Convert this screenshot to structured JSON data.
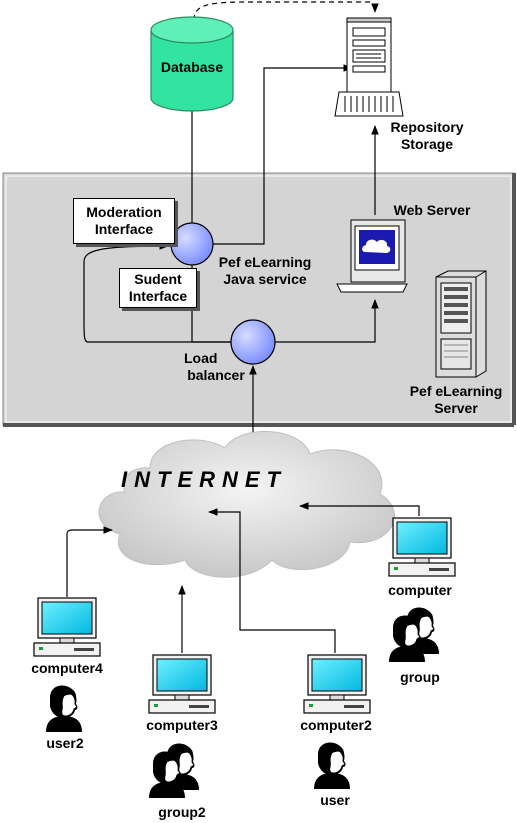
{
  "datacenter": {
    "database": "Database",
    "repository": [
      "Repository",
      "Storage"
    ],
    "web_server": "Web Server",
    "moderation_interface": [
      "Moderation",
      "Interface"
    ],
    "student_interface": [
      "Sudent",
      "Interface"
    ],
    "java_service": [
      "Pef eLearning",
      "Java service"
    ],
    "load_balancer": [
      "Load",
      "balancer"
    ],
    "elearning_server": [
      "Pef eLearning",
      "Server"
    ]
  },
  "internet": "INTERNET",
  "clients": {
    "computer_top_right": "computer",
    "group_right": "group",
    "computer4": "computer4",
    "user2": "user2",
    "computer3": "computer3",
    "group2": "group2",
    "computer2": "computer2",
    "user": "user"
  },
  "colors": {
    "panel": "#d4d4d4",
    "database": "#33e3a0",
    "node": "#9aa8ff",
    "screen": "#19d3ee",
    "cloud": "#e3e3e3"
  }
}
